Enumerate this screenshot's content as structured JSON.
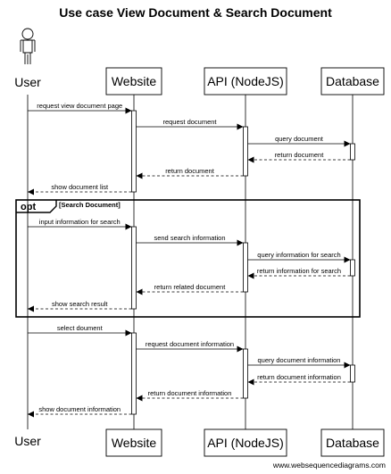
{
  "title": "Use case View Document & Search Document",
  "credit": "www.websequencediagrams.com",
  "actors": [
    {
      "id": "user",
      "label": "User",
      "kind": "stick-figure"
    },
    {
      "id": "website",
      "label": "Website",
      "kind": "box"
    },
    {
      "id": "api",
      "label": "API (NodeJS)",
      "kind": "box"
    },
    {
      "id": "db",
      "label": "Database",
      "kind": "box"
    }
  ],
  "messages": [
    {
      "from": "user",
      "to": "website",
      "label": "request view document page",
      "style": "solid"
    },
    {
      "from": "website",
      "to": "api",
      "label": "request document",
      "style": "solid"
    },
    {
      "from": "api",
      "to": "db",
      "label": "query document",
      "style": "solid"
    },
    {
      "from": "db",
      "to": "api",
      "label": "return document",
      "style": "dashed"
    },
    {
      "from": "api",
      "to": "website",
      "label": "return document",
      "style": "dashed"
    },
    {
      "from": "website",
      "to": "user",
      "label": "show document list",
      "style": "dashed"
    },
    {
      "from": "user",
      "to": "website",
      "label": "input information for search",
      "style": "solid"
    },
    {
      "from": "website",
      "to": "api",
      "label": "send search information",
      "style": "solid"
    },
    {
      "from": "api",
      "to": "db",
      "label": "query information for search",
      "style": "solid"
    },
    {
      "from": "db",
      "to": "api",
      "label": "return information for search",
      "style": "dashed"
    },
    {
      "from": "api",
      "to": "website",
      "label": "return related document",
      "style": "dashed"
    },
    {
      "from": "website",
      "to": "user",
      "label": "show search result",
      "style": "dashed"
    },
    {
      "from": "user",
      "to": "website",
      "label": "select doument",
      "style": "solid"
    },
    {
      "from": "website",
      "to": "api",
      "label": "request document information",
      "style": "solid"
    },
    {
      "from": "api",
      "to": "db",
      "label": "query document information",
      "style": "solid"
    },
    {
      "from": "db",
      "to": "api",
      "label": "return document information",
      "style": "dashed"
    },
    {
      "from": "api",
      "to": "website",
      "label": "return document information",
      "style": "dashed"
    },
    {
      "from": "website",
      "to": "user",
      "label": "show document information",
      "style": "dashed"
    }
  ],
  "fragment": {
    "operator": "opt",
    "condition": "[Search Document]"
  }
}
